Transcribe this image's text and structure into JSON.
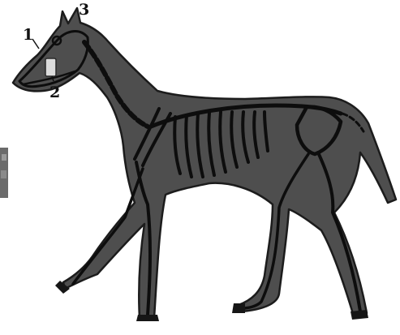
{
  "figure": {
    "subject": "horse-skeleton-silhouette",
    "callouts": [
      {
        "id": "1"
      },
      {
        "id": "2"
      },
      {
        "id": "3"
      }
    ]
  },
  "colors": {
    "body": "#4e4e4e",
    "outline": "#1c1c1c",
    "bone": "#0d0d0d",
    "tooth": "#dcdcdc",
    "background": "#ffffff"
  }
}
